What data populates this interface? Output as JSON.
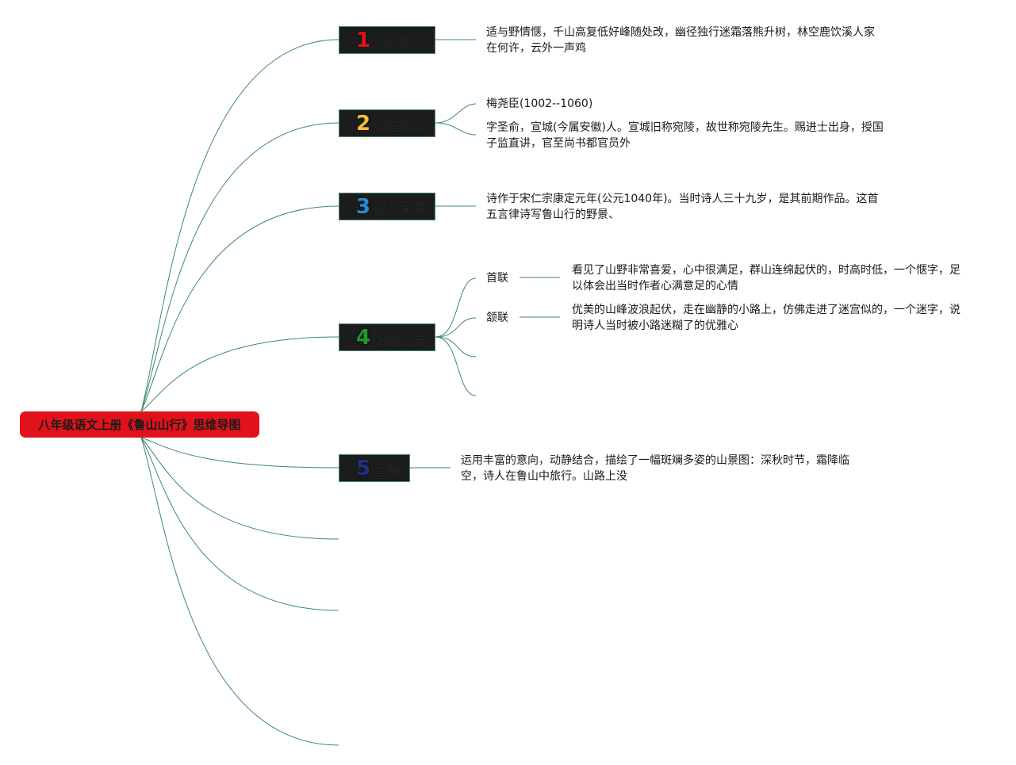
{
  "root": {
    "title": "八年级语文上册《鲁山山行》思维导图",
    "color": "#e0121b"
  },
  "line_color": "#3d8a6a",
  "branches": [
    {
      "number": "1",
      "label": "作品原文",
      "number_color": "#e0121b",
      "children": [
        {
          "text": "适与野情惬，千山高复低好峰随处改，幽径独行迷霜落熊升树，林空鹿饮溪人家在何许，云外一声鸡"
        }
      ]
    },
    {
      "number": "2",
      "label": "作者简介",
      "number_color": "#f2c230",
      "children": [
        {
          "text": "梅尧臣(1002--1060)"
        },
        {
          "text": "字圣俞，宣城(今属安徽)人。宣城旧称宛陵，故世称宛陵先生。赐进士出身，授国子监直讲，官至尚书都官员外"
        }
      ]
    },
    {
      "number": "3",
      "label": "创作背景",
      "number_color": "#2a8ad8",
      "children": [
        {
          "text": "诗作于宋仁宗康定元年(公元1040年)。当时诗人三十九岁，是其前期作品。这首五言律诗写鲁山行的野景、"
        }
      ]
    },
    {
      "number": "4",
      "label": "结构分析",
      "number_color": "#1e9a2a",
      "children": [
        {
          "label": "首联",
          "text": "看见了山野非常喜爱，心中很满足，群山连绵起伏的，时高时低，一个惬字，足以体会出当时作者心满意足的心情"
        },
        {
          "label": "颔联",
          "text": "优美的山峰波浪起伏，走在幽静的小路上，仿佛走进了迷宫似的，一个迷字，说明诗人当时被小路迷糊了的优雅心"
        }
      ]
    },
    {
      "number": "5",
      "label": "主题",
      "number_color": "#1f2f8a",
      "children": [
        {
          "text": "运用丰富的意向，动静结合，描绘了一幅斑斓多姿的山景图：深秋时节，霜降临空，诗人在鲁山中旅行。山路上没"
        }
      ]
    }
  ]
}
